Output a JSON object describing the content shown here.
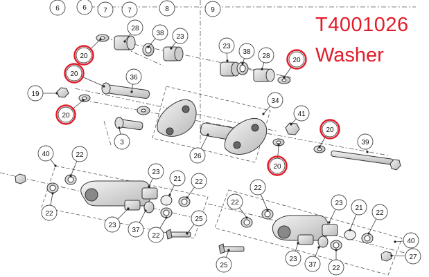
{
  "title": {
    "part_number": "T4001026",
    "part_name": "Washer"
  },
  "colors": {
    "highlight": "#e11d2a",
    "line": "#333333",
    "callout_fill": "#ffffff"
  },
  "callouts": [
    {
      "label": "6"
    },
    {
      "label": "6"
    },
    {
      "label": "7"
    },
    {
      "label": "7"
    },
    {
      "label": "8"
    },
    {
      "label": "9"
    },
    {
      "label": "28"
    },
    {
      "label": "38"
    },
    {
      "label": "23"
    },
    {
      "label": "23"
    },
    {
      "label": "38"
    },
    {
      "label": "28"
    },
    {
      "label": "20",
      "highlighted": true
    },
    {
      "label": "20",
      "highlighted": true
    },
    {
      "label": "20",
      "highlighted": true
    },
    {
      "label": "20",
      "highlighted": true
    },
    {
      "label": "20",
      "highlighted": true
    },
    {
      "label": "20",
      "highlighted": true
    },
    {
      "label": "36"
    },
    {
      "label": "19"
    },
    {
      "label": "34"
    },
    {
      "label": "41"
    },
    {
      "label": "39"
    },
    {
      "label": "3"
    },
    {
      "label": "26"
    },
    {
      "label": "40"
    },
    {
      "label": "22"
    },
    {
      "label": "22"
    },
    {
      "label": "23"
    },
    {
      "label": "21"
    },
    {
      "label": "22"
    },
    {
      "label": "23"
    },
    {
      "label": "37"
    },
    {
      "label": "22"
    },
    {
      "label": "25"
    },
    {
      "label": "22"
    },
    {
      "label": "22"
    },
    {
      "label": "23"
    },
    {
      "label": "21"
    },
    {
      "label": "22"
    },
    {
      "label": "40"
    },
    {
      "label": "25"
    },
    {
      "label": "23"
    },
    {
      "label": "37"
    },
    {
      "label": "22"
    },
    {
      "label": "27"
    }
  ]
}
